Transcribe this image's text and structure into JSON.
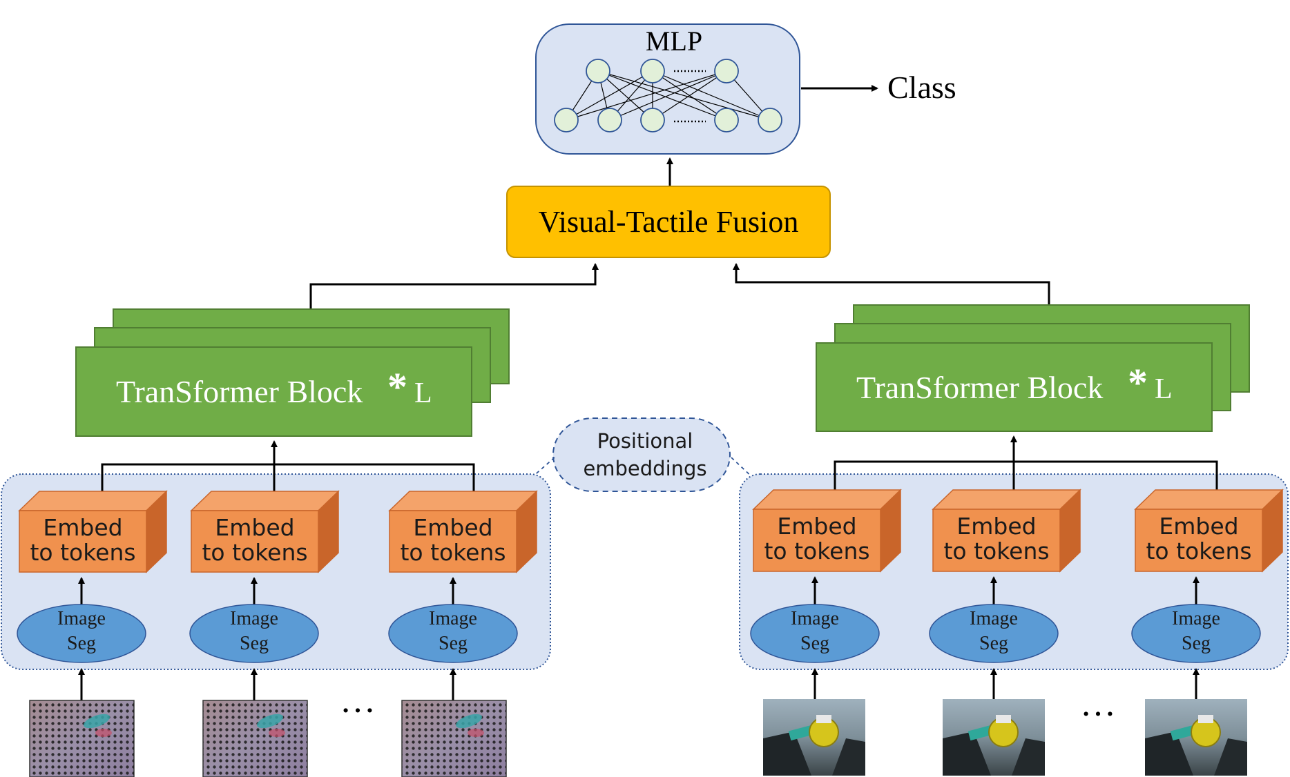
{
  "mlp": {
    "title": "MLP"
  },
  "output": {
    "label": "Class"
  },
  "fusion": {
    "label": "Visual-Tactile Fusion"
  },
  "transformer_left": {
    "label": "TranSformer Block",
    "star": "*",
    "suffix": "L"
  },
  "transformer_right": {
    "label": "TranSformer Block",
    "star": "*",
    "suffix": "L"
  },
  "positional": {
    "line1": "Positional",
    "line2": "embeddings"
  },
  "embed": {
    "line1": "Embed",
    "line2": "to tokens"
  },
  "seg": {
    "line1": "Image",
    "line2": "Seg"
  },
  "ellipsis": "…",
  "colors": {
    "mlp_fill": "#dae3f3",
    "mlp_border": "#2f5597",
    "neuron_fill": "#e2f0d9",
    "fusion_fill": "#ffc000",
    "fusion_border": "#c59300",
    "transformer_fill": "#70ad47",
    "transformer_border": "#507e32",
    "embed_front": "#f0914e",
    "embed_top": "#f4a36a",
    "embed_side": "#c9652a",
    "seg_fill": "#5b9bd5",
    "group_fill": "#dae3f3",
    "group_border": "#2f5597"
  }
}
